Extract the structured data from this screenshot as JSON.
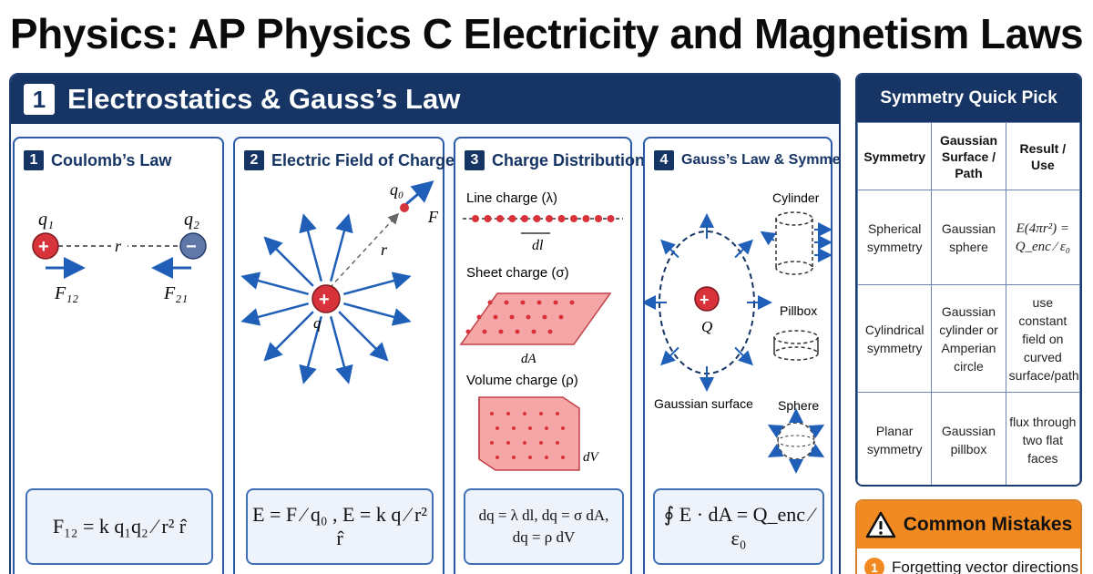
{
  "title": "Physics: AP Physics C Electricity and Magnetism Laws",
  "section": {
    "number": "1",
    "title": "Electrostatics & Gauss’s Law"
  },
  "panels": [
    {
      "number": "1",
      "title": "Coulomb’s Law",
      "labels": {
        "q1": "q₁",
        "q2": "q₂",
        "r": "r",
        "f12": "F₁₂",
        "f21": "F₂₁",
        "plus": "+",
        "minus": "−"
      },
      "formula": "F₁₂ = k q₁q₂ ⁄ r² r̂"
    },
    {
      "number": "2",
      "title": "Electric Field of Charges",
      "labels": {
        "q0": "q₀",
        "f": "F",
        "r": "r",
        "q": "q",
        "plus": "+"
      },
      "formula": "E = F ⁄ q₀ ,  E = k q ⁄ r² r̂"
    },
    {
      "number": "3",
      "title": "Charge Distributions",
      "labels": {
        "line": "Line charge (λ)",
        "dl": "dl",
        "sheet": "Sheet charge (σ)",
        "dA": "dA",
        "volume": "Volume charge (ρ)",
        "dV": "dV"
      },
      "formula_line1": "dq = λ dl,  dq = σ dA,",
      "formula_line2": "dq = ρ dV"
    },
    {
      "number": "4",
      "title": "Gauss’s Law & Symmetry",
      "labels": {
        "cylinder": "Cylinder",
        "pillbox": "Pillbox",
        "sphere": "Sphere",
        "gaussian_surface": "Gaussian surface",
        "Q": "Q",
        "plus": "+"
      },
      "formula": "∮ E · dA = Q_enc ⁄ ε₀"
    }
  ],
  "symmetry_table": {
    "title": "Symmetry Quick Pick",
    "headers": [
      "Symmetry",
      "Gaussian Surface / Path",
      "Result / Use"
    ],
    "rows": [
      [
        "Spherical symmetry",
        "Gaussian sphere",
        "E(4πr²) = Q_enc ⁄ ε₀"
      ],
      [
        "Cylindrical symmetry",
        "Gaussian cylinder or Amperian circle",
        "use constant field on curved surface/path"
      ],
      [
        "Planar symmetry",
        "Gaussian pillbox",
        "flux through two flat faces"
      ]
    ]
  },
  "mistakes": {
    "title": "Common Mistakes",
    "icon": "warning-icon",
    "items": [
      {
        "number": "1",
        "text": "Forgetting vector directions"
      }
    ]
  },
  "colors": {
    "navy": "#163565",
    "panel_border": "#2a5aa6",
    "arrow_blue": "#1f5fb8",
    "charge_red": "#d8323a",
    "warning_orange": "#f28a22"
  }
}
